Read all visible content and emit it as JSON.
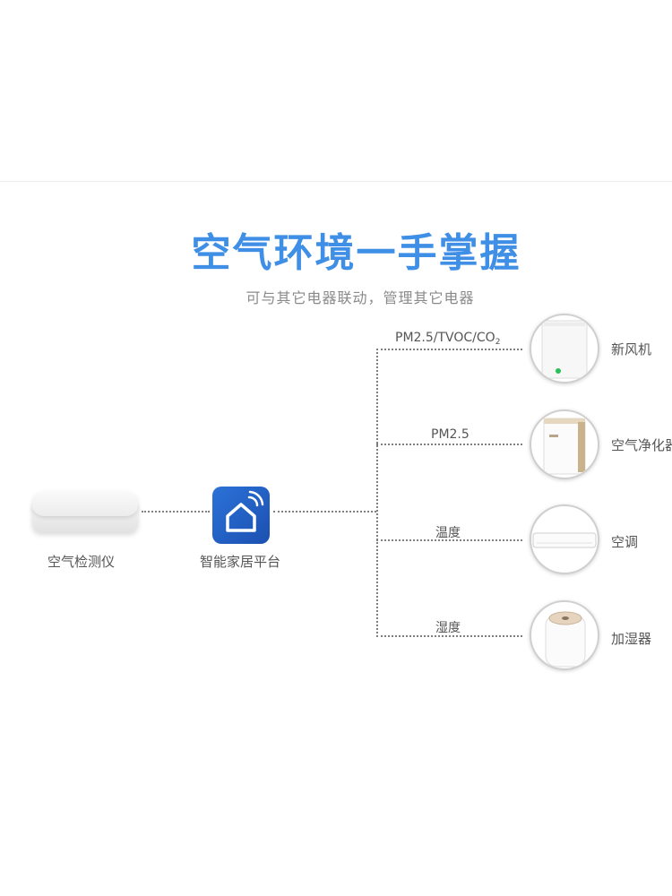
{
  "headline": "空气环境一手掌握",
  "subtitle": "可与其它电器联动，管理其它电器",
  "source_node": {
    "label": "空气检测仪",
    "icon": "air-detector-icon"
  },
  "hub_node": {
    "label": "智能家居平台",
    "icon": "smart-home-icon",
    "color": "#2a6fd6"
  },
  "links": [
    {
      "label_main": "PM2.5/TVOC/CO",
      "label_sub": "2",
      "device": "新风机",
      "icon": "fresh-air-unit-icon"
    },
    {
      "label_main": "PM2.5",
      "label_sub": "",
      "device": "空气净化器",
      "icon": "air-purifier-icon"
    },
    {
      "label_main": "温度",
      "label_sub": "",
      "device": "空调",
      "icon": "air-conditioner-icon"
    },
    {
      "label_main": "湿度",
      "label_sub": "",
      "device": "加湿器",
      "icon": "humidifier-icon"
    }
  ],
  "colors": {
    "headline": "#3f8fe6",
    "line": "#808080",
    "indicator": "#2bbf5a"
  }
}
